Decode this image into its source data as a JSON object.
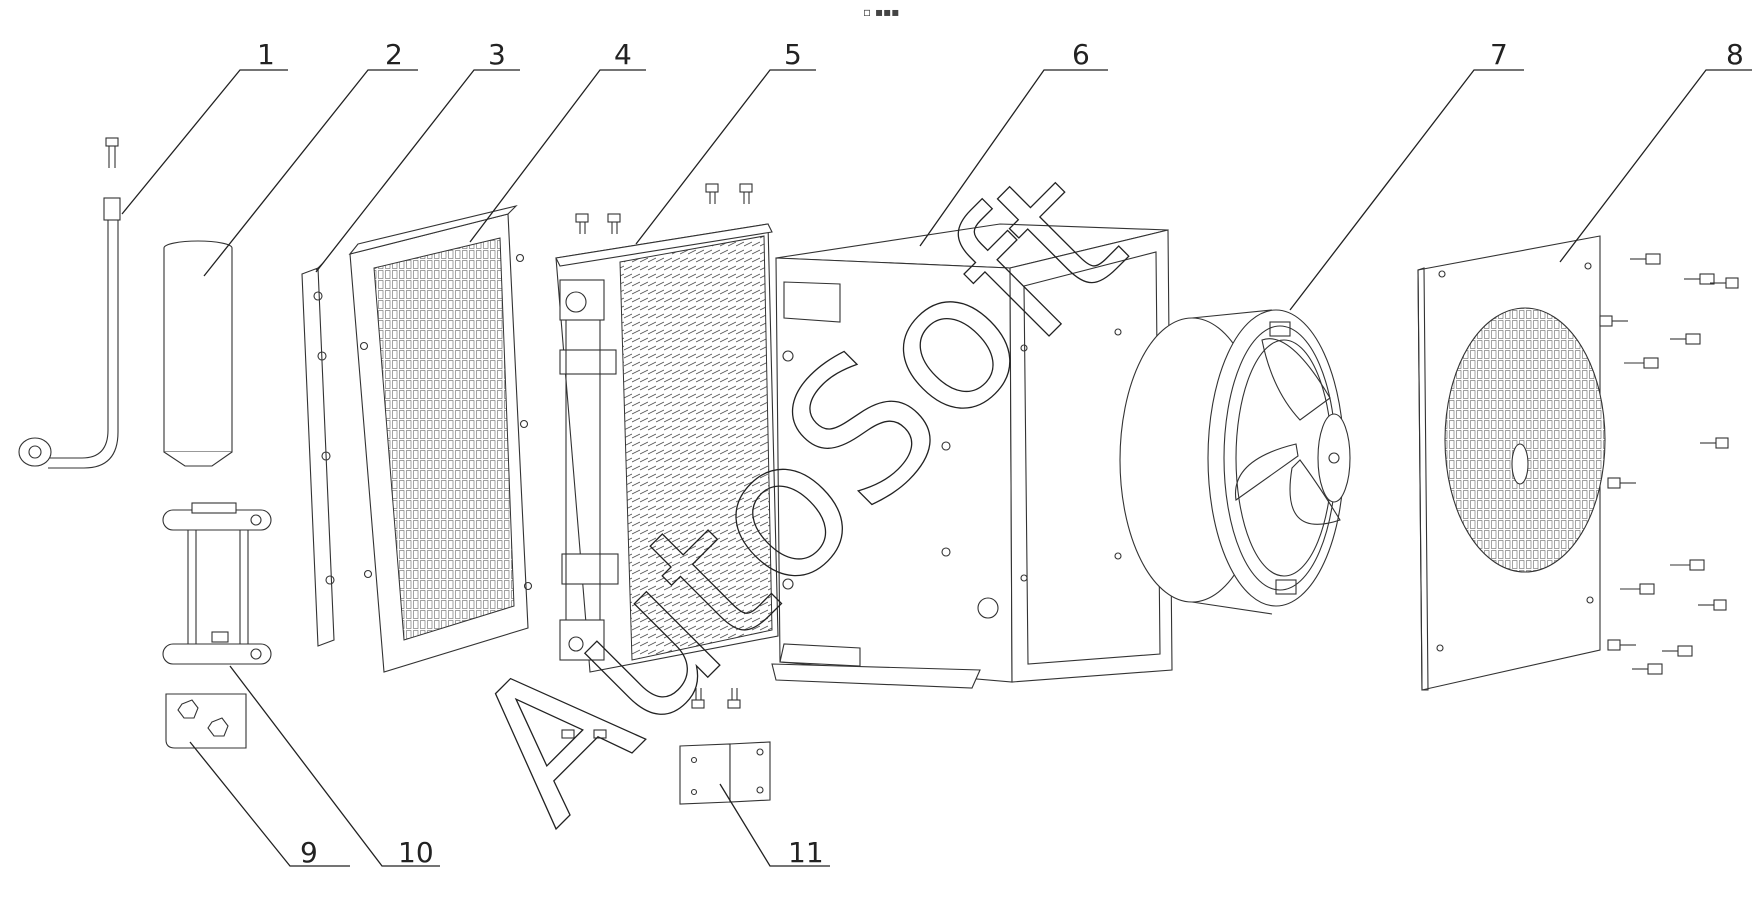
{
  "header": {
    "dots_text": "▫ ▪▪▪"
  },
  "watermark": {
    "text": "AutoSoft"
  },
  "callouts": [
    {
      "number": "1"
    },
    {
      "number": "2"
    },
    {
      "number": "3"
    },
    {
      "number": "4"
    },
    {
      "number": "5"
    },
    {
      "number": "6"
    },
    {
      "number": "7"
    },
    {
      "number": "8"
    },
    {
      "number": "9"
    },
    {
      "number": "10"
    },
    {
      "number": "11"
    }
  ],
  "colors": {
    "line": "#333333",
    "background": "#ffffff"
  }
}
